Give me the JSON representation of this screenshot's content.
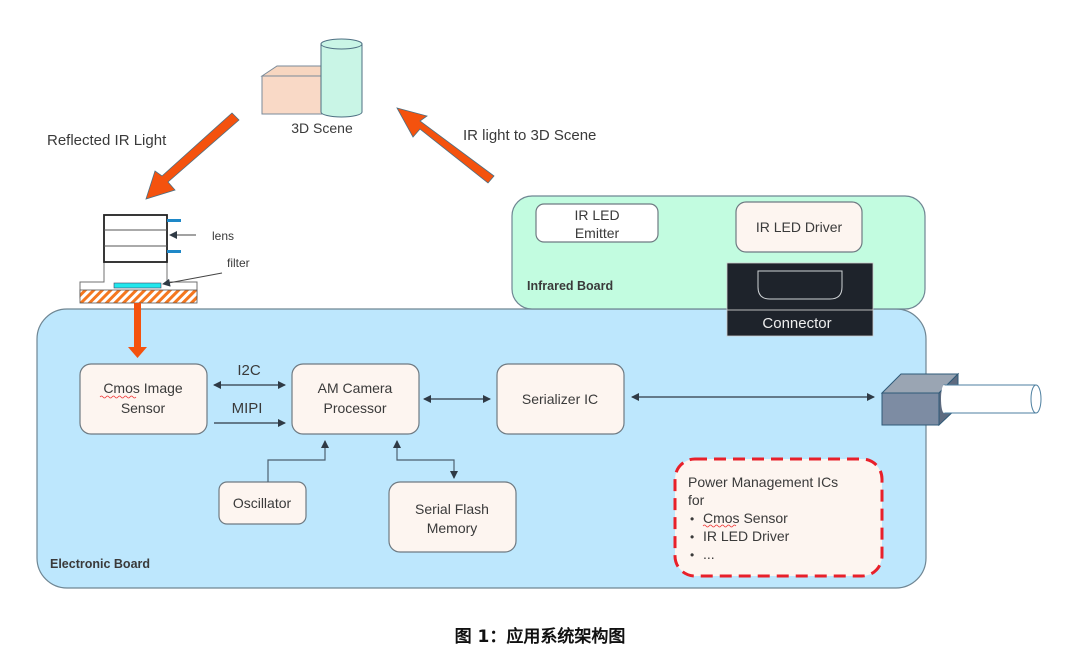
{
  "labels": {
    "scene": "3D Scene",
    "reflected": "Reflected IR Light",
    "ir_to_scene": "IR light to 3D Scene",
    "lens": "lens",
    "filter": "filter",
    "infrared_board": "Infrared Board",
    "electronic_board": "Electronic Board",
    "i2c": "I2C",
    "mipi": "MIPI"
  },
  "blocks": {
    "ir_led_emitter": [
      "IR LED",
      "Emitter"
    ],
    "ir_led_driver": "IR LED Driver",
    "connector": "Connector",
    "cmos_sensor": [
      "Cmos Image",
      "Sensor"
    ],
    "am_camera": [
      "AM Camera",
      "Processor"
    ],
    "serializer": "Serializer IC",
    "oscillator": "Oscillator",
    "flash": [
      "Serial Flash",
      "Memory"
    ]
  },
  "power": {
    "title": [
      "Power Management ICs",
      "for"
    ],
    "items": [
      "Cmos Sensor",
      "IR LED Driver",
      "..."
    ]
  },
  "colors": {
    "electronic_board": "#bde7fd",
    "infrared_board": "#c2fce0",
    "block_fill": "#fdf5f0",
    "arrow_orange": "#f4520e",
    "power_border": "#e8202a",
    "connector_fill": "#1e232b"
  },
  "caption": "图 1：应用系统架构图"
}
